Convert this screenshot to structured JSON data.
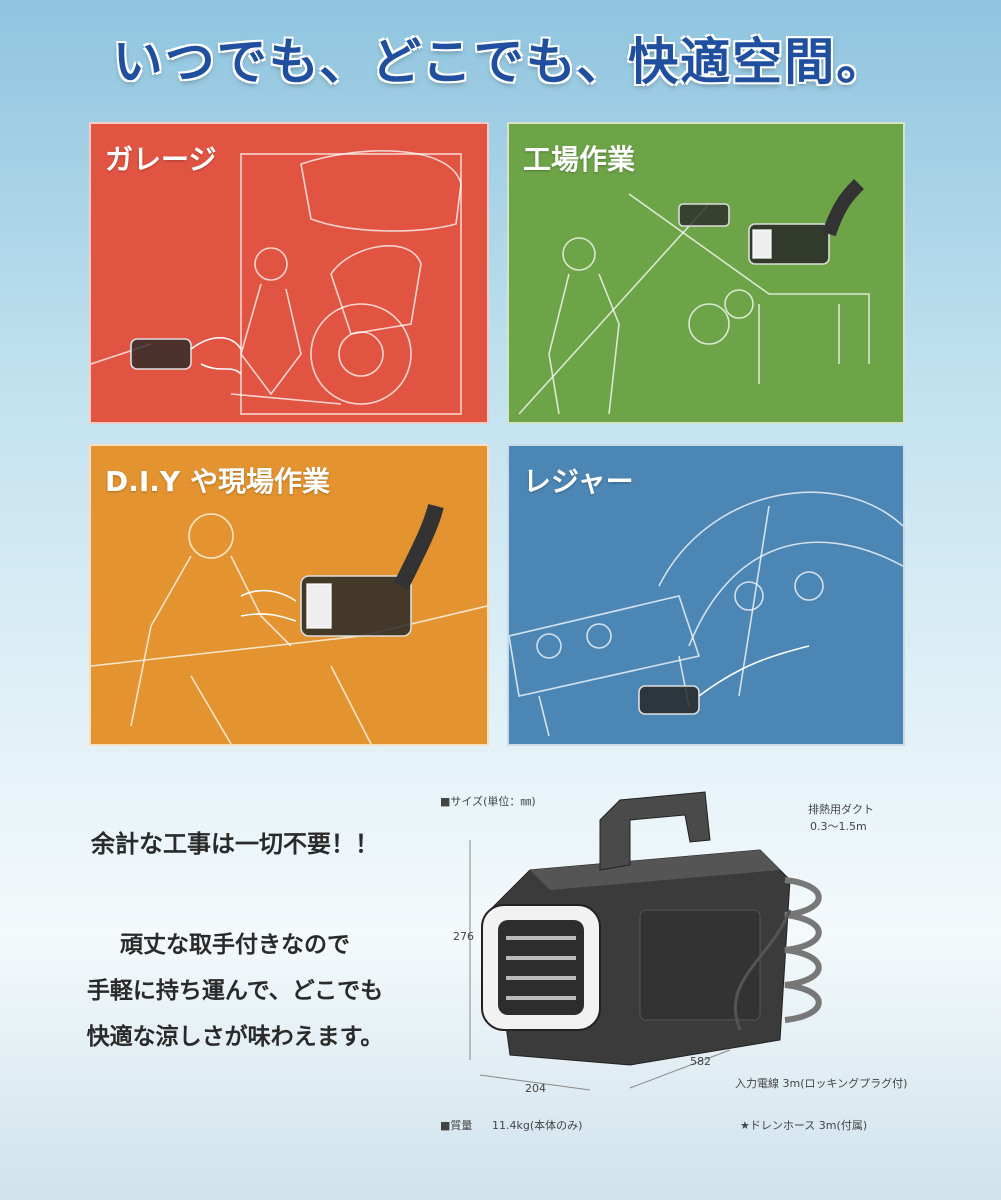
{
  "headline": "いつでも、どこでも、快適空間。",
  "panels": [
    {
      "label": "ガレージ",
      "color": "#e25442"
    },
    {
      "label": "工場作業",
      "color": "#6da447"
    },
    {
      "label": "D.I.Y や現場作業",
      "color": "#e39330"
    },
    {
      "label": "レジャー",
      "color": "#4b86b5"
    }
  ],
  "copy": {
    "head": "余計な工事は一切不要！！",
    "lines": [
      "頑丈な取手付きなので",
      "手軽に持ち運んで、どこでも",
      "快適な涼しさが味わえます。"
    ]
  },
  "specs": {
    "size_label": "■サイズ(単位：㎜)",
    "height": "276",
    "width": "204",
    "depth": "582",
    "duct_label": "排熱用ダクト",
    "duct_range": "0.3〜1.5m",
    "cord_label": "入力電線 3m(ロッキングプラグ付)",
    "weight_label": "■質量",
    "weight_value": "11.4kg(本体のみ)",
    "hose_label": "★ドレンホース 3m(付属)"
  }
}
